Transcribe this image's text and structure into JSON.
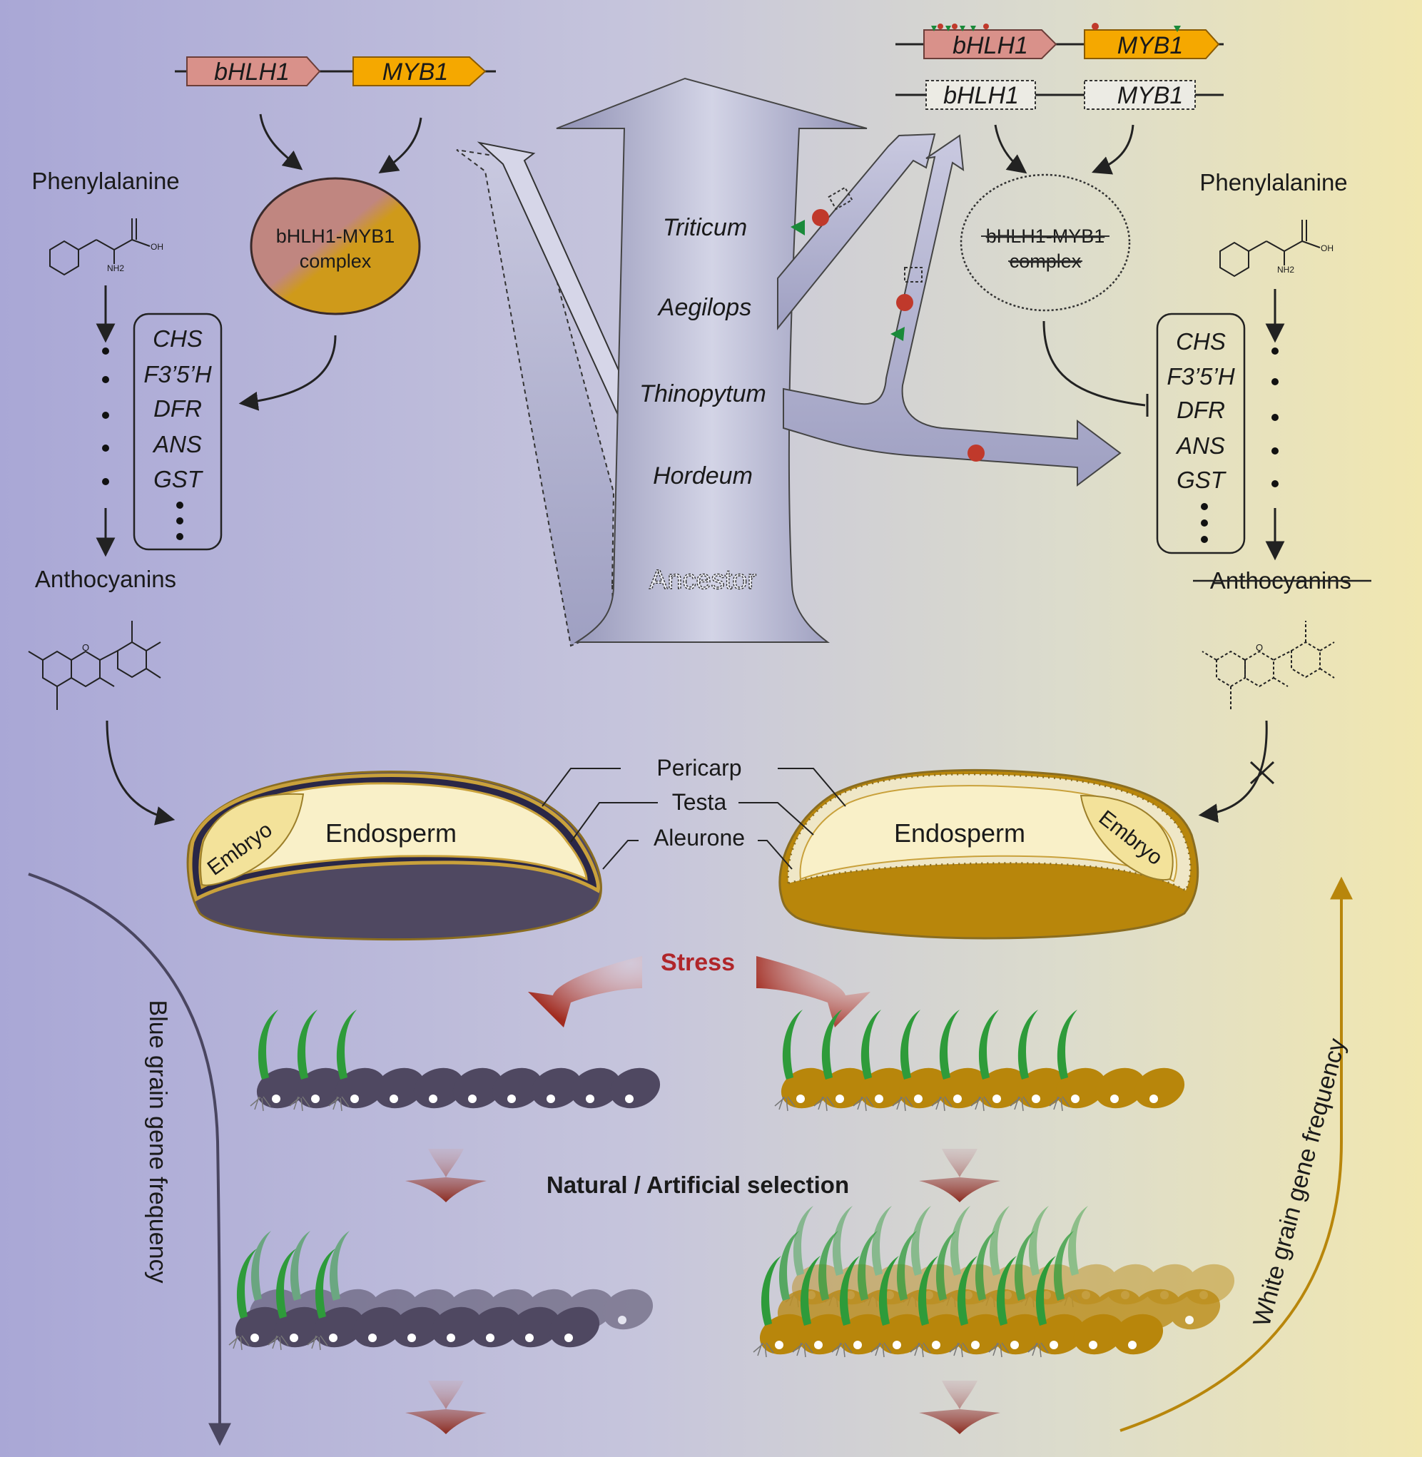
{
  "genes": {
    "left_bhlh": "bHLH1",
    "left_myb": "MYB1",
    "right_bhlh_top": "bHLH1",
    "right_myb_top": "MYB1",
    "right_bhlh_mut": "bHLH1",
    "right_myb_mut": "MYB1"
  },
  "complex": {
    "left_line1": "bHLH1-MYB1",
    "left_line2": "complex",
    "right_line1": "bHLH1-MYB1",
    "right_line2": "complex"
  },
  "pathway": {
    "substrate": "Phenylalanine",
    "product": "Anthocyanins",
    "nh2": "NH2",
    "oh": "OH",
    "o_plus": "O",
    "enzymes": [
      "CHS",
      "F3’5’H",
      "DFR",
      "ANS",
      "GST"
    ]
  },
  "tree": {
    "taxa": [
      "Triticum",
      "Aegilops",
      "Thinopytum",
      "Hordeum"
    ],
    "root": "Ancestor"
  },
  "grain": {
    "layers": [
      "Pericarp",
      "Testa",
      "Aleurone"
    ],
    "endosperm": "Endosperm",
    "embryo": "Embryo"
  },
  "selection": {
    "stress": "Stress",
    "selection_label": "Natural / Artificial selection",
    "left_freq": "Blue grain gene frequency",
    "right_freq": "White grain gene frequency"
  },
  "colors": {
    "blue_grain": "#4f4861",
    "white_grain": "#b8860b",
    "bhlh": "#d9918a",
    "myb": "#f5a800",
    "tree": "#b9bad6",
    "stress_red": "#b0262a",
    "arrow_red": "#8c2a1e",
    "mutation_red": "#c0392b",
    "mutation_green": "#1a8a3a",
    "seedling_green": "#2e8b2e"
  }
}
